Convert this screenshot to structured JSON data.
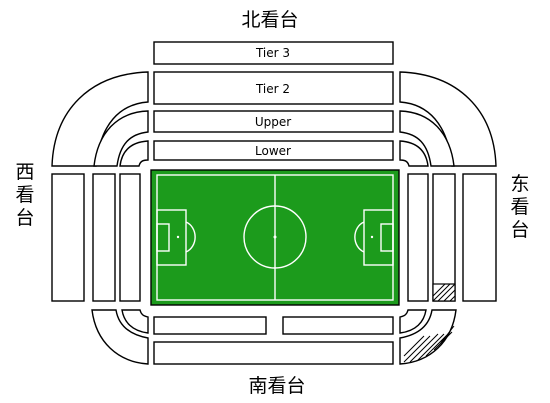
{
  "labels": {
    "north": "北看台",
    "south": "南看台",
    "west": [
      "西",
      "看",
      "台"
    ],
    "east": [
      "东",
      "看",
      "台"
    ]
  },
  "tiers": {
    "tier3": "Tier 3",
    "tier2": "Tier 2",
    "upper": "Upper",
    "lower": "Lower"
  },
  "colors": {
    "pitch": "#1c9b1c",
    "pitch_lines": "#ffffff",
    "outline": "#000000"
  }
}
